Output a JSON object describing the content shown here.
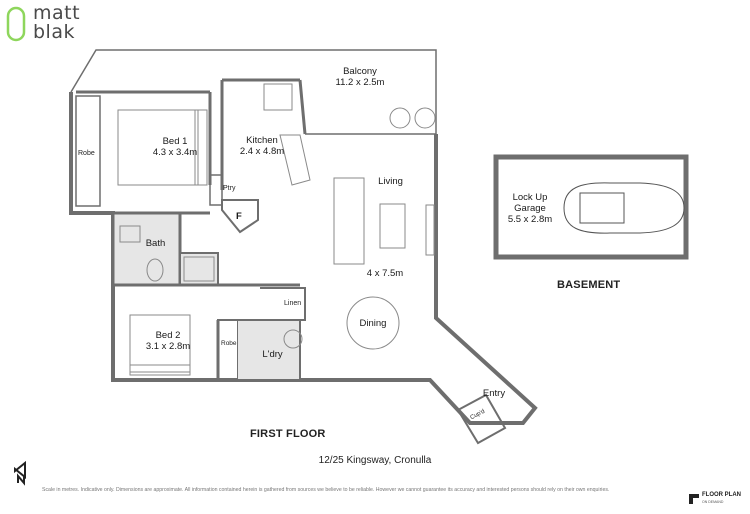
{
  "brand": {
    "line1": "matt",
    "line2": "blak"
  },
  "rooms": {
    "balcony": {
      "name": "Balcony",
      "dims": "11.2 x 2.5m"
    },
    "bed1": {
      "name": "Bed 1",
      "dims": "4.3 x 3.4m"
    },
    "kitchen": {
      "name": "Kitchen",
      "dims": "2.4 x 4.8m"
    },
    "robe1": {
      "name": "Robe"
    },
    "ptry": {
      "name": "Ptry"
    },
    "fridge": {
      "name": "F"
    },
    "living": {
      "name": "Living"
    },
    "bath": {
      "name": "Bath"
    },
    "living_dims": {
      "dims": "4 x 7.5m"
    },
    "linen": {
      "name": "Linen"
    },
    "dining": {
      "name": "Dining"
    },
    "bed2": {
      "name": "Bed 2",
      "dims": "3.1 x 2.8m"
    },
    "robe2": {
      "name": "Robe"
    },
    "laundry": {
      "name": "L'dry"
    },
    "entry": {
      "name": "Entry"
    },
    "cupd": {
      "name": "Cup'd"
    },
    "garage": {
      "name": "Lock Up",
      "name2": "Garage",
      "dims": "5.5 x 2.8m"
    }
  },
  "levels": {
    "first_floor": "FIRST FLOOR",
    "basement": "BASEMENT"
  },
  "address": "12/25 Kingsway, Cronulla",
  "disclaimer": "Scale in metres. Indicative only. Dimensions are approximate. All information contained herein is gathered from sources we believe to be reliable. However we cannot guarantee its accuracy and interested persons should rely on their own enquiries.",
  "provider": {
    "name": "FLOOR PLAN",
    "sub": "ON DEMAND"
  },
  "compass": {
    "letter": "N"
  },
  "colors": {
    "wall": "#6e6e6e",
    "wet_area": "#e6e6e6",
    "text": "#222222"
  }
}
